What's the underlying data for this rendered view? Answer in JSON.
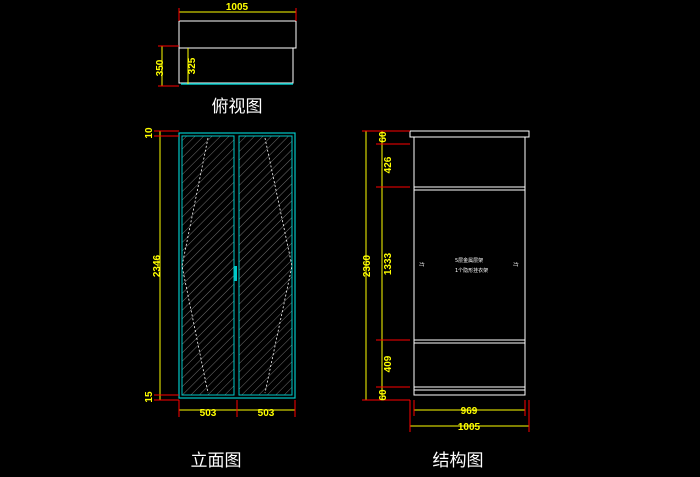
{
  "top_view": {
    "caption": "俯视图",
    "dims": {
      "width": "1005",
      "depth": "350",
      "inner_depth": "325"
    }
  },
  "front_view": {
    "caption": "立面图",
    "dims": {
      "top": "10",
      "height": "2346",
      "bottom": "15",
      "door_left": "503",
      "door_right": "503"
    }
  },
  "structure_view": {
    "caption": "结构图",
    "dims": {
      "top": "60",
      "upper_section": "426",
      "total_height": "2360",
      "middle_section": "1333",
      "lower_section": "409",
      "bottom": "60",
      "inner_width": "969",
      "outer_width": "1005"
    },
    "notes": [
      "5层金属层架",
      "1个隐形挂衣架"
    ],
    "side_label": "灯"
  },
  "colors": {
    "dimension": "#ffff00",
    "extension": "#ff0000",
    "outline": "#ffffff",
    "panel": "#00c8c8"
  }
}
